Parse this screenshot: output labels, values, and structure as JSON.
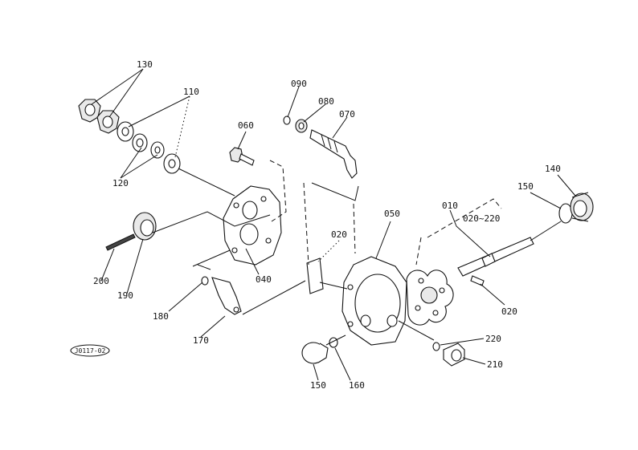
{
  "stamp": "J0117-02",
  "callouts": {
    "c010": "010",
    "c020a": "020",
    "c020b": "020",
    "c020_220": "020~220",
    "c040": "040",
    "c050": "050",
    "c060": "060",
    "c070": "070",
    "c080": "080",
    "c090": "090",
    "c110": "110",
    "c120": "120",
    "c130": "130",
    "c140": "140",
    "c150a": "150",
    "c150b": "150",
    "c160": "160",
    "c170": "170",
    "c180": "180",
    "c190": "190",
    "c200": "200",
    "c210": "210",
    "c220": "220"
  }
}
